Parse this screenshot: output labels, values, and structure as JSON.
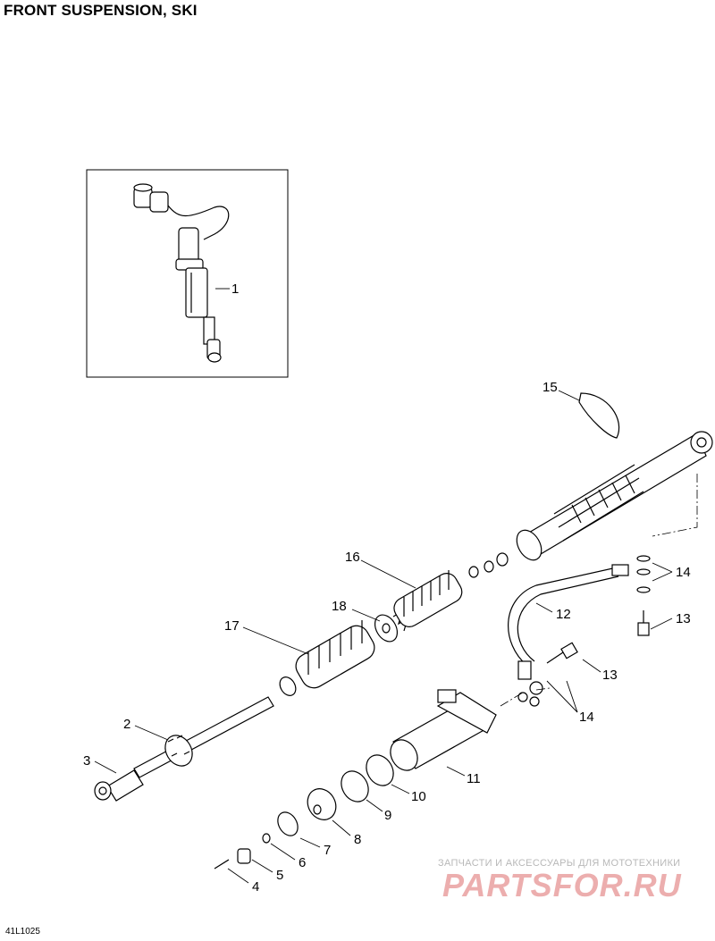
{
  "title": "FRONT SUSPENSION, SKI",
  "doc_code": "41L1025",
  "watermark": {
    "text": "ЗАПЧАСТИ И АКСЕССУАРЫ ДЛЯ МОТОТЕХНИКИ",
    "logo": "PARTSFOR.RU"
  },
  "callouts": {
    "c1": "1",
    "c2": "2",
    "c3": "3",
    "c4": "4",
    "c5": "5",
    "c6": "6",
    "c7": "7",
    "c8": "8",
    "c9": "9",
    "c10": "10",
    "c11": "11",
    "c12": "12",
    "c13a": "13",
    "c13b": "13",
    "c14a": "14",
    "c14b": "14",
    "c15": "15",
    "c16": "16",
    "c17": "17",
    "c18": "18"
  }
}
